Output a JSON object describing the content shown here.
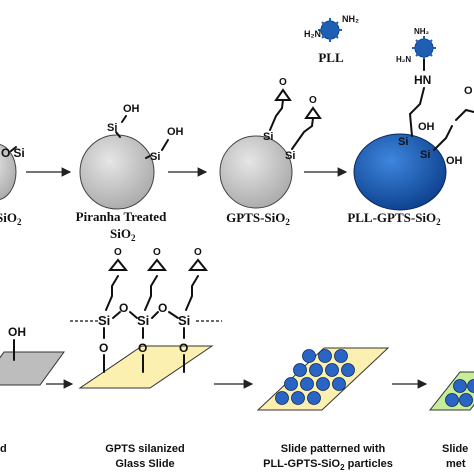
{
  "top_row": {
    "stages": [
      {
        "id": "sio2",
        "label_line1": "SiO",
        "label_sub": "2"
      },
      {
        "id": "piranha",
        "label_line1": "Piranha Treated",
        "label_line2": "SiO",
        "label_sub": "2"
      },
      {
        "id": "gpts",
        "label_line1": "GPTS-SiO",
        "label_sub": "2"
      },
      {
        "id": "pll",
        "label_line1": "PLL-GPTS-SiO",
        "label_sub": "2"
      }
    ],
    "pll_molecule": {
      "label": "PLL",
      "amine_left": "H₂N",
      "amine_right": "NH₂",
      "amine_top": "NH₂"
    }
  },
  "bottom_row": {
    "stages": [
      {
        "id": "slide",
        "label_line1": "d"
      },
      {
        "id": "gpts_slide",
        "label_line1": "GPTS silanized",
        "label_line2": "Glass Slide"
      },
      {
        "id": "patterned",
        "label_line1": "Slide patterned with",
        "label_line2": "PLL-GPTS-SiO",
        "label_sub": "2",
        "label_suffix": " particles"
      },
      {
        "id": "final",
        "label_line1": "Slide",
        "label_line2": "met"
      }
    ]
  },
  "chem_text": {
    "oh": "OH",
    "o": "O",
    "si": "Si",
    "hn": "HN",
    "nh2": "NH₂",
    "h2n": "H₂N"
  },
  "colors": {
    "sphere_gray": "#cccccc",
    "sphere_blue": "#1e5fb4",
    "slide_gray": "#bdbdbd",
    "slide_yellow": "#fbf0b0",
    "slide_green": "#c7ec9a",
    "particle_blue": "#2a64c4"
  }
}
